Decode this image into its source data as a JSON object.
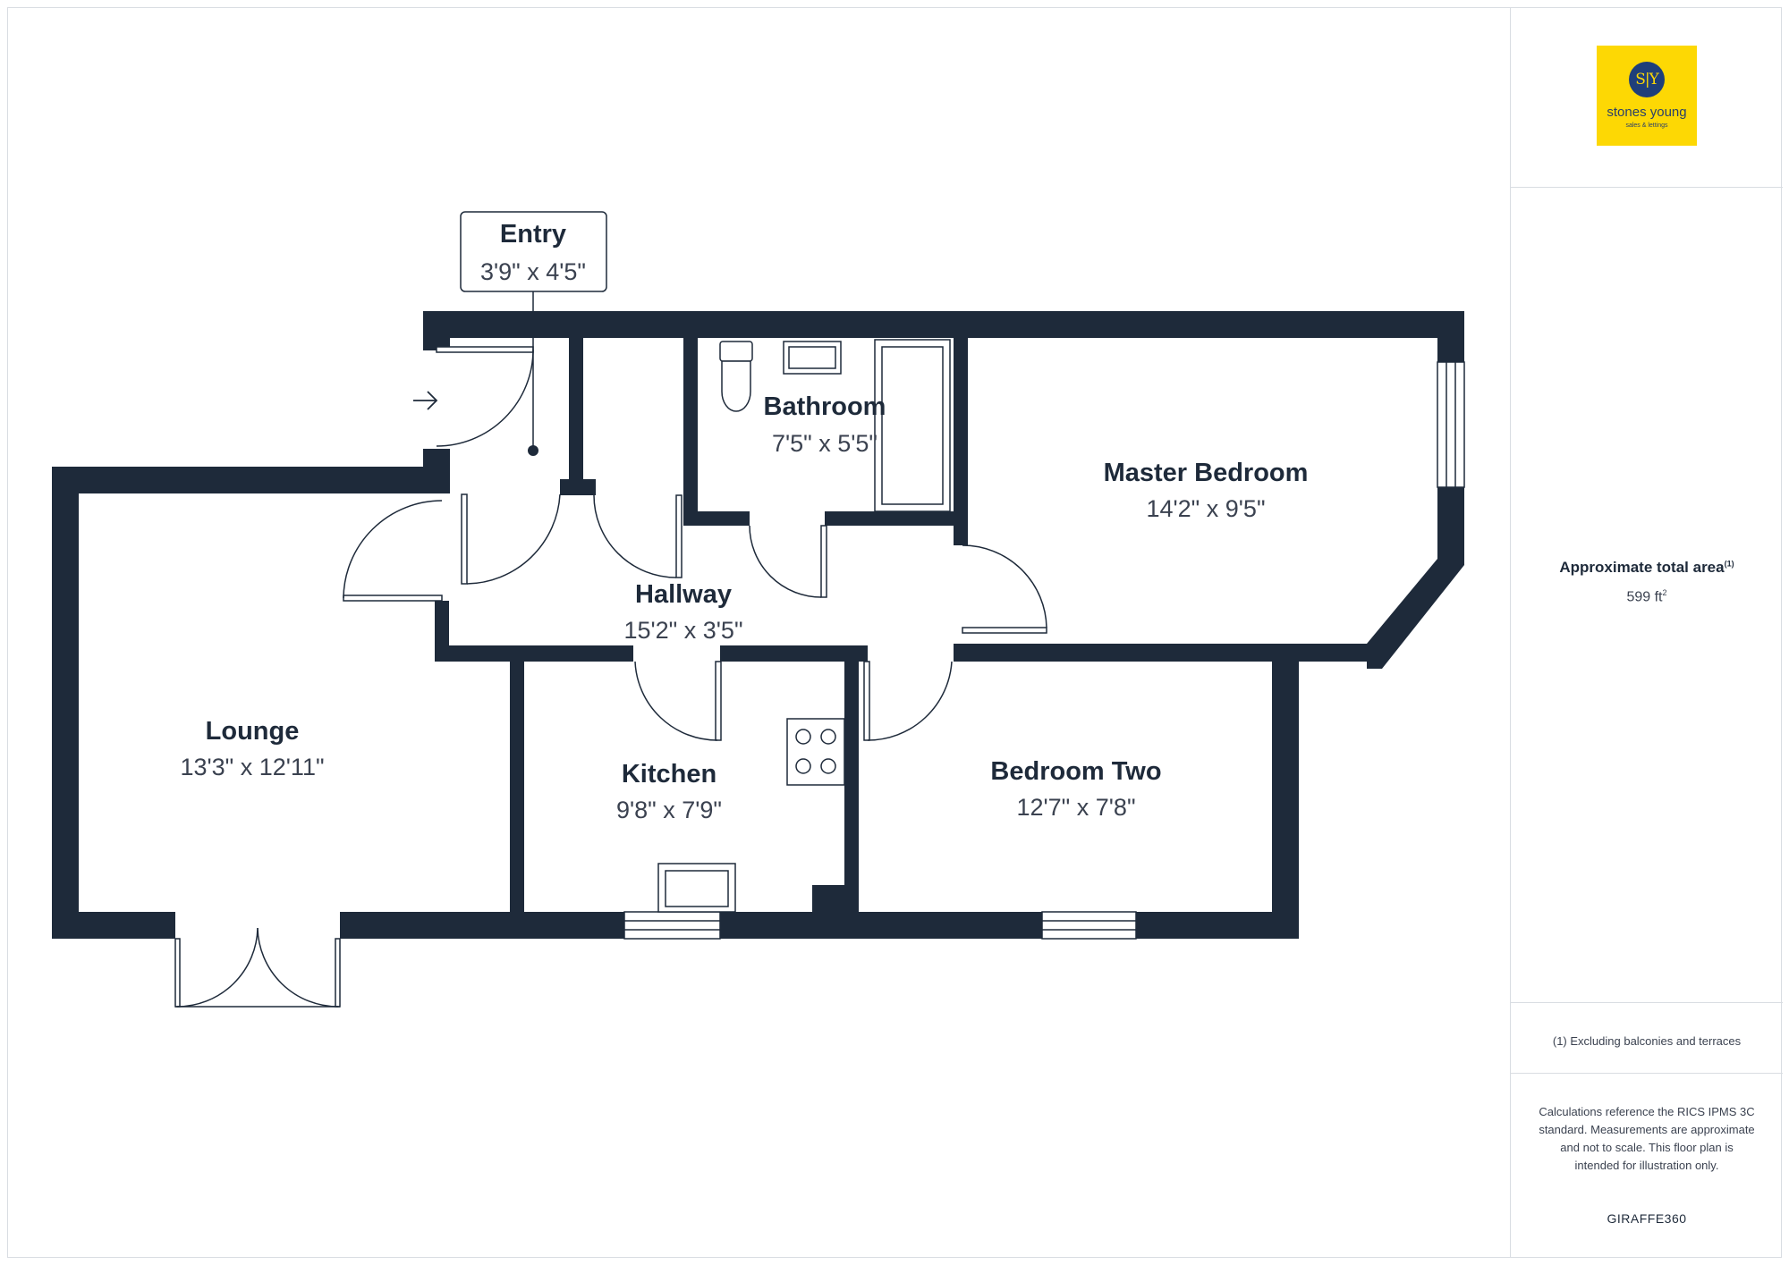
{
  "rooms": {
    "entry": {
      "name": "Entry",
      "dims": "3'9\" x 4'5\""
    },
    "bathroom": {
      "name": "Bathroom",
      "dims": "7'5\" x 5'5\""
    },
    "master_bedroom": {
      "name": "Master Bedroom",
      "dims": "14'2\" x 9'5\""
    },
    "hallway": {
      "name": "Hallway",
      "dims": "15'2\" x 3'5\""
    },
    "lounge": {
      "name": "Lounge",
      "dims": "13'3\" x 12'11\""
    },
    "kitchen": {
      "name": "Kitchen",
      "dims": "9'8\" x 7'9\""
    },
    "bedroom_two": {
      "name": "Bedroom Two",
      "dims": "12'7\" x 7'8\""
    }
  },
  "logo": {
    "initials": "S|Y",
    "name": "stones young",
    "tagline": "sales & lettings"
  },
  "area": {
    "title": "Approximate total area",
    "title_sup": "(1)",
    "value": "599 ft",
    "value_sup": "2"
  },
  "note": "(1) Excluding balconies and terraces",
  "disclaimer": "Calculations reference the RICS IPMS 3C standard. Measurements are approximate and not to scale. This floor plan is intended for illustration only.",
  "brand": "GIRAFFE360",
  "colors": {
    "wall": "#1e2a3a",
    "logo_bg": "#fdd804",
    "logo_circle": "#1f3f7a"
  }
}
